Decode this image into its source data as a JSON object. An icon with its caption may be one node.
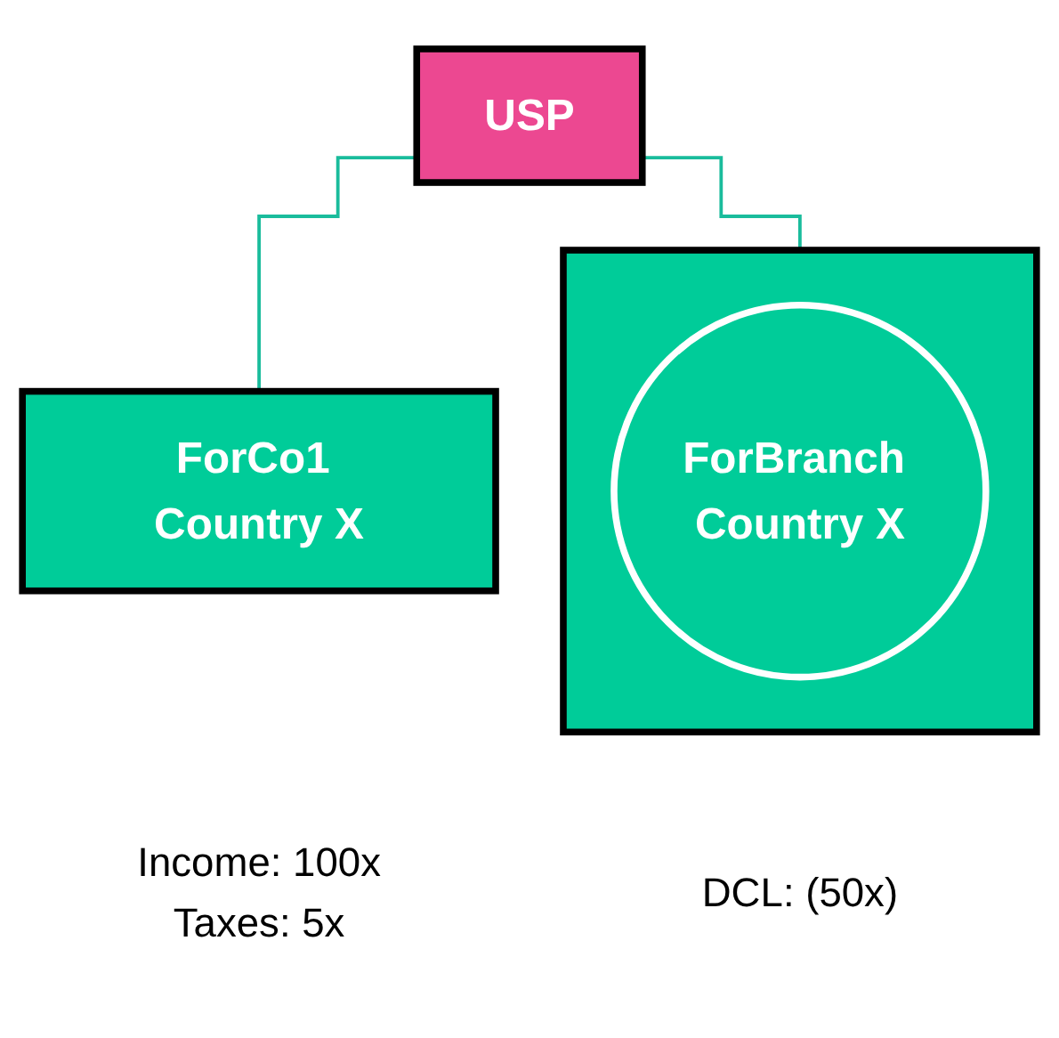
{
  "diagram": {
    "nodes": [
      {
        "text": [
          "USP"
        ]
      },
      {
        "text": [],
        "shape": "box",
        "beside": [
          "DCL: (50x)"
        ]
      },
      {
        "text": [
          "ForBranch Country X"
        ],
        "in": 1
      },
      {
        "text": [
          "ForCo1 Country X"
        ],
        "beside": [
          "Income: 100x",
          "Taxes: 5x"
        ]
      }
    ],
    "edges": [
      {
        "from": 0,
        "to": 1,
        "arrow": "none"
      },
      {
        "from": 0,
        "to": 3,
        "arrow": "none"
      }
    ]
  }
}
